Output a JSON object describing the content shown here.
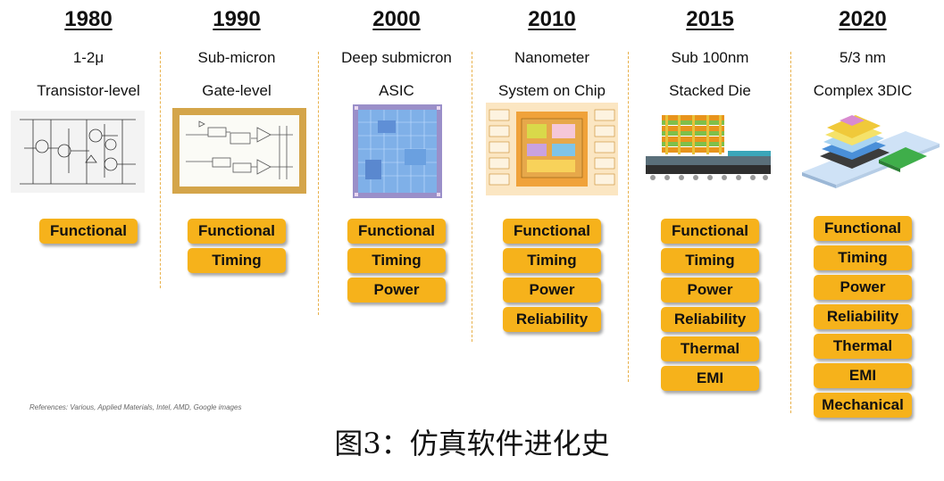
{
  "eras": [
    {
      "year": "1980",
      "line1": "1-2μ",
      "line2": "Transistor-level",
      "tags": [
        "Functional"
      ]
    },
    {
      "year": "1990",
      "line1": "Sub-micron",
      "line2": "Gate-level",
      "tags": [
        "Functional",
        "Timing"
      ]
    },
    {
      "year": "2000",
      "line1": "Deep submicron",
      "line2": "ASIC",
      "tags": [
        "Functional",
        "Timing",
        "Power"
      ]
    },
    {
      "year": "2010",
      "line1": "Nanometer",
      "line2": "System on Chip",
      "tags": [
        "Functional",
        "Timing",
        "Power",
        "Reliability"
      ]
    },
    {
      "year": "2015",
      "line1": "Sub 100nm",
      "line2": "Stacked Die",
      "tags": [
        "Functional",
        "Timing",
        "Power",
        "Reliability",
        "Thermal",
        "EMI"
      ]
    },
    {
      "year": "2020",
      "line1": "5/3 nm",
      "line2": "Complex 3DIC",
      "tags": [
        "Functional",
        "Timing",
        "Power",
        "Reliability",
        "Thermal",
        "EMI",
        "Mechanical"
      ]
    }
  ],
  "references": "References: Various, Applied Materials, Intel, AMD, Google images",
  "caption": "图3：仿真软件进化史",
  "colors": {
    "chip": "#f6b21b",
    "separator": "#e8b04a"
  }
}
